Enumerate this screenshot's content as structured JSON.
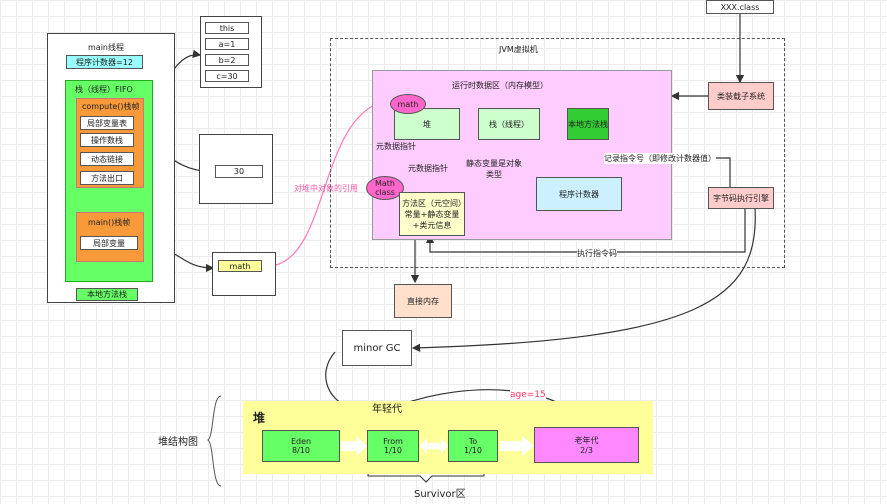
{
  "thread": {
    "title": "main线程",
    "pc": "程序计数器=12",
    "stack_title": "栈（线程）FIFO",
    "compute_frame": "compute()栈帧",
    "compute_items": [
      "局部变量表",
      "操作数栈",
      "动态链接",
      "方法出口"
    ],
    "main_frame": "main()栈帧",
    "main_item": "局部变量",
    "native_stack": "本地方法栈"
  },
  "locals": [
    "this",
    "a=1",
    "b=2",
    "c=30"
  ],
  "operand_value": "30",
  "math_var": "math",
  "heap_ref_label": "对堆中对象的引用",
  "class_file": "XXX.class",
  "jvm": {
    "title": "JVM虚拟机",
    "runtime_title": "运行时数据区（内存模型）",
    "heap": "堆",
    "math_obj": "math",
    "stack": "栈（线程）",
    "native_stack": "本地方法栈",
    "meta_ptr": "元数据指针",
    "math_class": "Math class",
    "meta_ptr2": "元数据指针",
    "static_var": "静态变量是对象类型",
    "method_area": "方法区（元空间）常量+静态变量+类元信息",
    "pc": "程序计数器",
    "record": "记录指令号（即修改计数器值）",
    "classloader": "类装载子系统",
    "engine": "字节码执行引擎",
    "exec": "执行指令码"
  },
  "direct_memory": "直接内存",
  "minor_gc": "minor GC",
  "heap_struct": {
    "side_label": "堆结构图",
    "title": "堆",
    "young": "年轻代",
    "age": "age=15",
    "eden": "Eden",
    "eden_ratio": "8/10",
    "from": "From",
    "from_ratio": "1/10",
    "to": "To",
    "to_ratio": "1/10",
    "old": "老年代",
    "old_ratio": "2/3",
    "survivor": "Survivor区"
  },
  "colors": {
    "green": "#66ff66",
    "light_green": "#ccffcc",
    "orange": "#f89a3a",
    "cyan": "#99ffff",
    "pink": "#ffccff",
    "magenta": "#ff66cc",
    "salmon": "#ffcccc",
    "yellow": "#ffff99",
    "peach": "#ffe0cc",
    "blue": "#ccf0ff"
  }
}
